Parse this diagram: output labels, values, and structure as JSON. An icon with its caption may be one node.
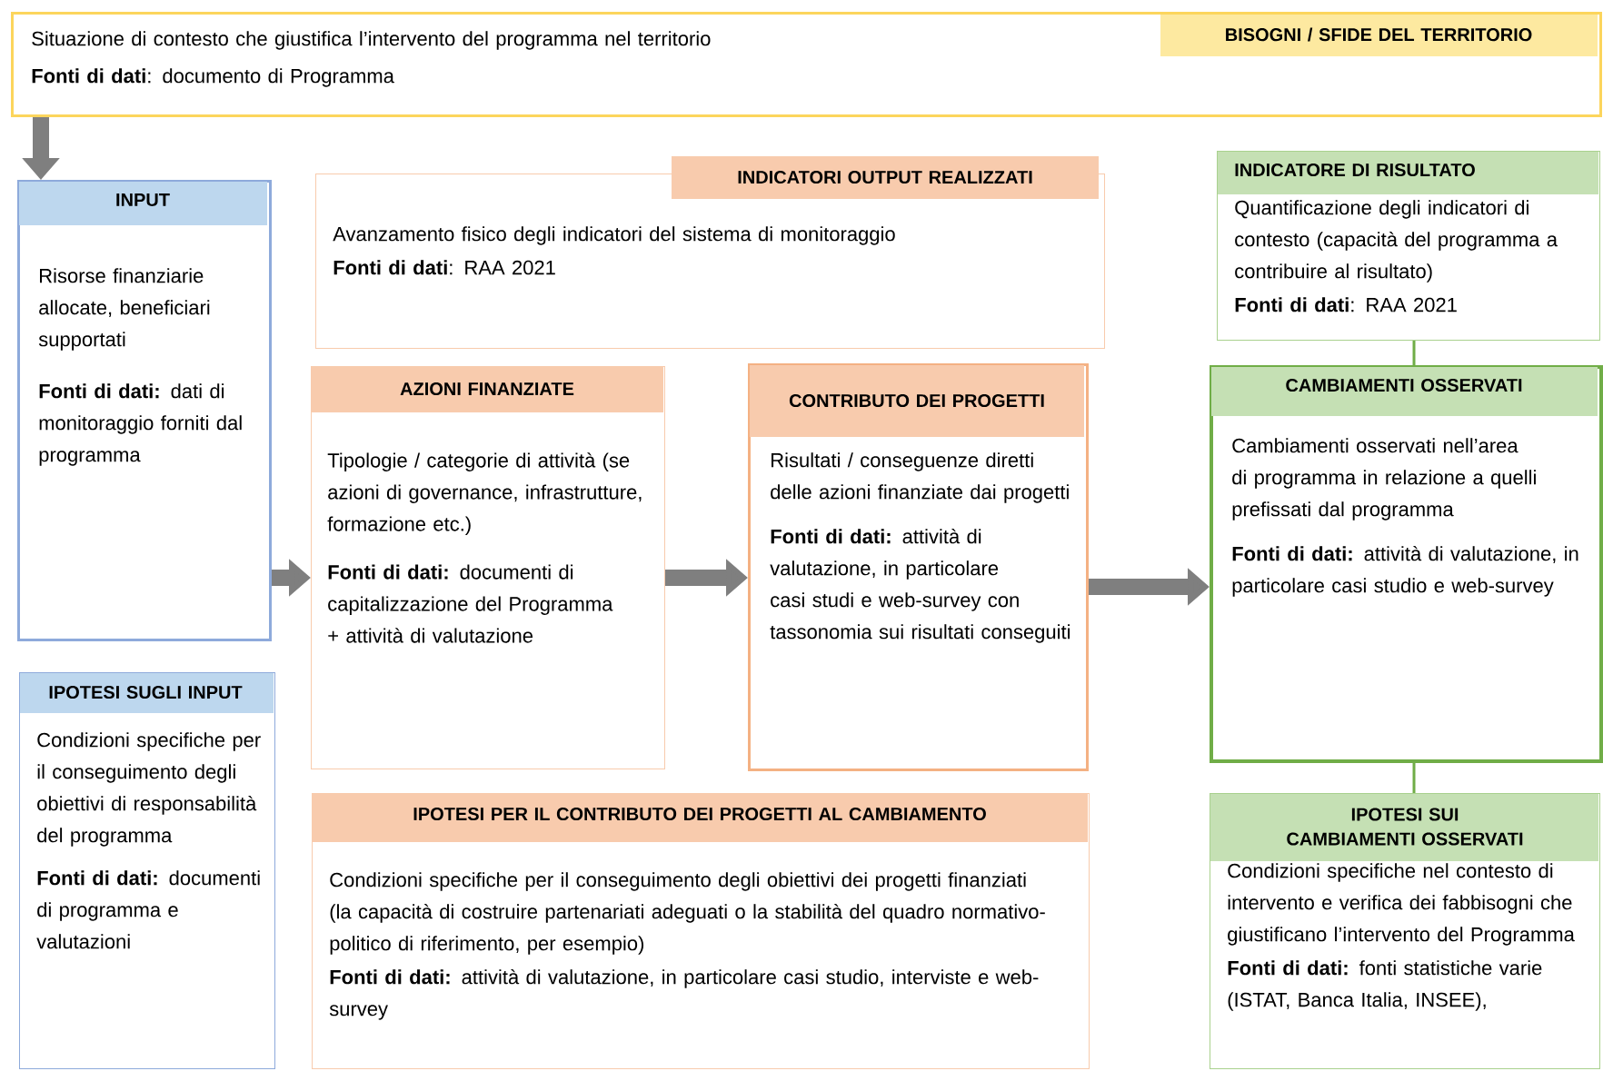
{
  "diagram": {
    "nodes": [
      {
        "text": [
          "Situazione di contesto che giustifica l’intervento del programma nel territorio",
          "**Fonti di dati**: documento di Programma",
          "BISOGNI / SFIDE DEL TERRITORIO"
        ]
      },
      {
        "text": [
          "INPUT",
          "Risorse finanziarie allocate, beneficiari supportati",
          "**Fonti di dati:** dati di monitoraggio forniti dal programma"
        ]
      },
      {
        "text": [
          "IPOTESI SUGLI INPUT",
          "Condizioni specifiche per il conseguimento degli obiettivi di responsabilità del programma",
          "**Fonti di dati:** documenti di programma e valutazioni"
        ]
      },
      {
        "text": [
          "INDICATORI OUTPUT REALIZZATI",
          "Avanzamento fisico degli indicatori del sistema di monitoraggio",
          "**Fonti di dati**: RAA 2021"
        ]
      },
      {
        "text": [
          "AZIONI FINANZIATE",
          "Tipologie / categorie di attività (se azioni di governance, infrastrutture, formazione etc.)",
          "**Fonti di dati:** documenti di capitalizzazione del Programma + attività di valutazione"
        ]
      },
      {
        "text": [
          "CONTRIBUTO DEI PROGETTI",
          "Risultati / conseguenze diretti delle azioni finanziate dai progetti",
          "**Fonti di dati:** attività di valutazione, in particolare casi studi e web-survey con tassonomia sui risultati conseguiti"
        ]
      },
      {
        "text": [
          "IPOTESI PER IL CONTRIBUTO DEI PROGETTI AL CAMBIAMENTO",
          "Condizioni specifiche per il conseguimento degli obiettivi dei progetti finanziati (la capacità di costruire partenariati adeguati o la stabilità del quadro normativo-politico di riferimento, per esempio)",
          "**Fonti di dati:** attività di valutazione, in particolare casi studio, interviste e web-survey"
        ]
      },
      {
        "text": [
          "INDICATORE DI RISULTATO",
          "Quantificazione degli indicatori di contesto (capacità del programma a contribuire al risultato)",
          "**Fonti di dati**: RAA 2021"
        ]
      },
      {
        "text": [
          "CAMBIAMENTI OSSERVATI",
          "Cambiamenti osservati nell’area di programma in relazione a quelli prefissati dal programma",
          "**Fonti di dati:** attività di valutazione, in particolare casi studio e web-survey"
        ]
      },
      {
        "text": [
          "IPOTESI SUI CAMBIAMENTI OSSERVATI",
          "Condizioni specifiche nel contesto di intervento e verifica dei fabbisogni che giustificano l’intervento del Programma",
          "**Fonti di dati:** fonti statistiche varie (ISTAT, Banca Italia, INSEE),"
        ]
      }
    ],
    "edges": [
      {
        "from": 0,
        "to": 1,
        "arrow": "to"
      },
      {
        "from": 1,
        "to": 4,
        "arrow": "to"
      },
      {
        "from": 4,
        "to": 5,
        "arrow": "to"
      },
      {
        "from": 5,
        "to": 8,
        "arrow": "to"
      },
      {
        "from": 7,
        "to": 8,
        "arrow": "none",
        "color": "#70ad47"
      },
      {
        "from": 8,
        "to": 9,
        "arrow": "none",
        "color": "#70ad47"
      }
    ]
  }
}
